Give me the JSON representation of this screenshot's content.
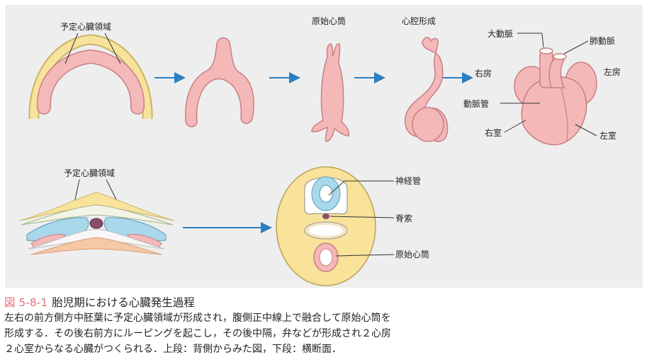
{
  "labels": {
    "row1_field": "予定心臓領域",
    "primitive_tube_top": "原始心筒",
    "heart_formation": "心腔形成",
    "aorta": "大動脈",
    "pulmonary_artery": "肺動脈",
    "right_atrium": "右房",
    "left_atrium": "左房",
    "ductus": "動脈管",
    "right_ventricle": "右室",
    "left_ventricle": "左室",
    "row2_field": "予定心臓領域",
    "neural_tube": "神経管",
    "notochord": "脊索",
    "primitive_tube_cross": "原始心筒"
  },
  "caption": {
    "number": "図 5-8-1",
    "title": "胎児期における心臓発生過程",
    "lines": [
      "左右の前方側方中胚葉に予定心臓領域が形成され，腹側正中線上で融合して原始心筒を",
      "形成する．その後右前方にルーピングを起こし，その後中隔，弁などが形成され２心房",
      "２心室からなる心臓がつくられる．上段：背側からみた図，下段：横断面．"
    ]
  },
  "colors": {
    "panel": "#eeeeee",
    "heart_pink": "#f4b8b8",
    "yellow": "#f9e29a",
    "blue": "#a9d8ea",
    "arrow": "#2b7fc0",
    "caption_number": "#e36f77"
  }
}
